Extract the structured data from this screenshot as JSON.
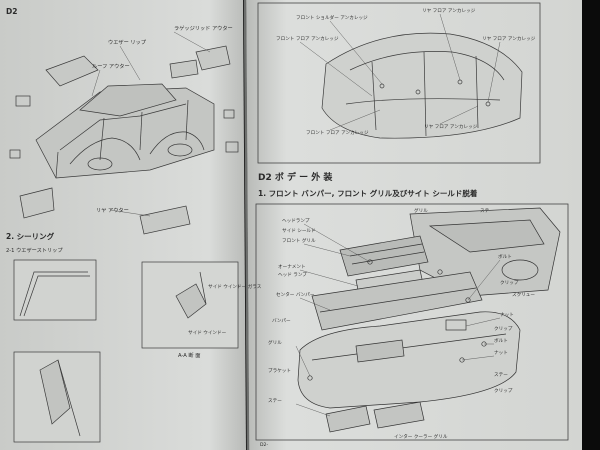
{
  "scene": "Photograph of an open Japanese automotive body repair manual showing body panel and front bumper exploded-view diagrams",
  "left_page": {
    "header_mark": "D2",
    "note_lines": [
      "",
      ""
    ],
    "section_title": "2. シーリング",
    "subsection": "2-1 ウエザーストリップ",
    "top_labels": [
      "ラゲッジリッド アウター",
      "ウエザー リップ",
      "ルーフ アウター",
      "リヤ アウター"
    ],
    "detail_labels": [
      "サイド ウインドー ガラス",
      "サイド ウインドー",
      "A-A 断 面"
    ]
  },
  "right_page": {
    "top_labels": [
      "フロント ショルダー アンカレッジ",
      "リヤ フロア アンカレッジ",
      "フロント フロア アンカレッジ",
      "リヤ フロア アンカレッジ",
      "フロント フロア アンカレッジ",
      "リヤ フロア アンカレッジ"
    ],
    "section_heading": "D2 ボ デ ー 外 装",
    "subheading": "1. フロント バンパー, フロント グリル及びサイト シールド脱着",
    "bumper_labels_left": [
      "ヘッドランプ",
      "サイド シールド",
      "フロント グリル",
      "オーナメント",
      "ヘッド ランプ",
      "センター バンパー",
      "バンパー",
      "グリル",
      "ブラケット",
      "ステー"
    ],
    "bumper_labels_right": [
      "グリル",
      "ステー",
      "ボルト",
      "クリップ",
      "スクリュー",
      "ナット",
      "クリップ",
      "ボルト",
      "ナット",
      "ステー",
      "クリップ"
    ],
    "bottom_label": "インター クーラー グリル",
    "page_number": "D2-"
  },
  "colors": {
    "background": "#0b0b0b",
    "paper_left": "#d7d9d6",
    "paper_right": "#dcdedc",
    "ink": "#2a2a2a"
  }
}
